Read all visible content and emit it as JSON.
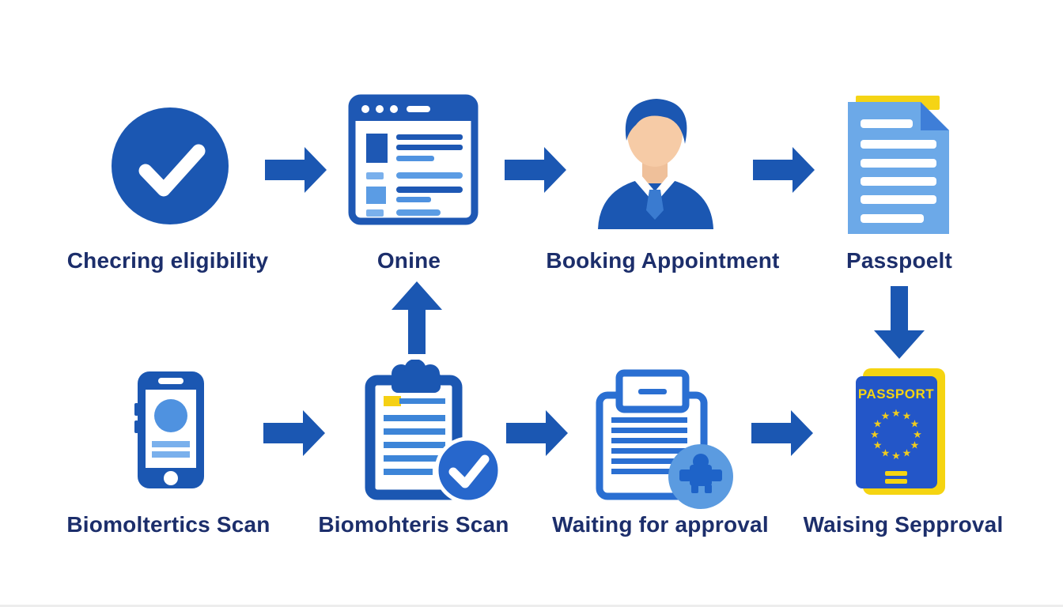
{
  "diagram": {
    "background": "#ffffff",
    "accent_blue": "#1b57b2",
    "light_blue": "#5b9ce4",
    "accent_yellow": "#f5d415",
    "label_color": "#1c2e6b",
    "top_row": [
      {
        "label": "Checring eligibility",
        "icon": "checkmark-circle-icon"
      },
      {
        "label": "Onine",
        "icon": "browser-form-icon"
      },
      {
        "label": "Booking Appointment",
        "icon": "person-icon"
      },
      {
        "label": "Passpoelt",
        "icon": "document-icon"
      }
    ],
    "bottom_row": [
      {
        "label": "Biomoltertics Scan",
        "icon": "smartphone-icon"
      },
      {
        "label": "Biomohteris Scan",
        "icon": "clipboard-check-icon"
      },
      {
        "label": "Waiting for approval",
        "icon": "document-puzzle-icon"
      },
      {
        "label": "Waising Sepproval",
        "icon": "passport-icon"
      }
    ],
    "passport_cover_title": "PASSPORT"
  }
}
